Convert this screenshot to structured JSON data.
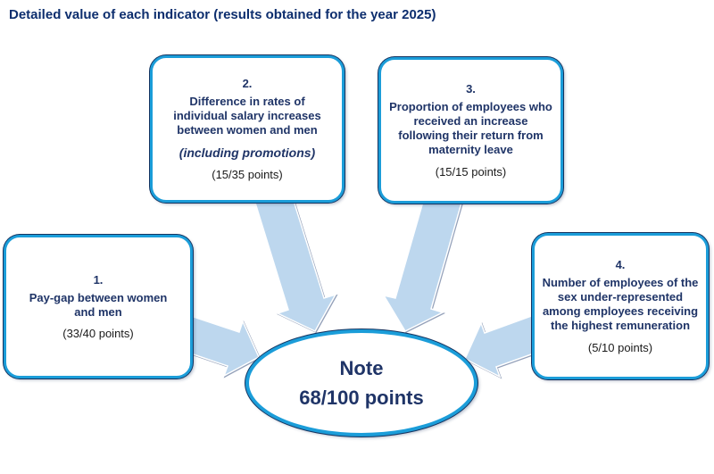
{
  "title": "Detailed value of each indicator (results obtained for the year 2025)",
  "colors": {
    "border_cyan": "#1b9dd9",
    "outline_navy": "#16335f",
    "text_navy": "#1f3467",
    "title_navy": "#0d2e6e",
    "arrow_fill": "#bdd7ee",
    "points_text": "#1a1a1a"
  },
  "boxes": [
    {
      "number": "1.",
      "lines": [
        "Pay-gap between women",
        "and men"
      ],
      "points": "(33/40 points)"
    },
    {
      "number": "2.",
      "lines": [
        "Difference in rates of",
        "individual salary increases",
        "between women  and men"
      ],
      "subtext": "(including promotions)",
      "points": "(15/35 points)"
    },
    {
      "number": "3.",
      "lines": [
        "Proportion of employees who",
        "received an increase",
        "following their return from",
        "maternity leave"
      ],
      "points": "(15/15 points)"
    },
    {
      "number": "4.",
      "lines": [
        "Number of employees of the",
        "sex under-represented",
        "among employees receiving",
        "the highest remuneration"
      ],
      "points": "(5/10 points)"
    }
  ],
  "note": {
    "label": "Note",
    "score": "68/100 points"
  }
}
